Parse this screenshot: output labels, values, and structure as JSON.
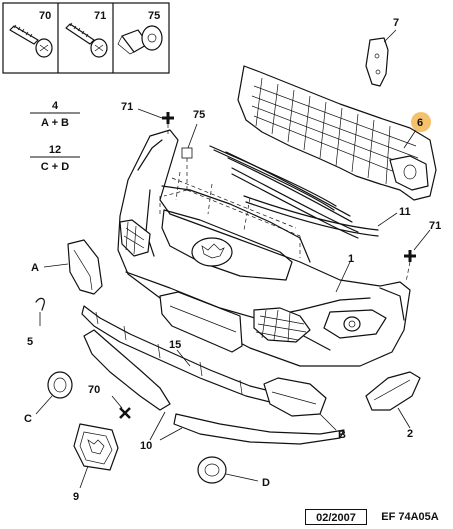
{
  "legend": {
    "fasteners": [
      {
        "number": "70",
        "icon": "screw-icon"
      },
      {
        "number": "71",
        "icon": "self-tapping-screw-icon"
      },
      {
        "number": "75",
        "icon": "push-clip-icon"
      }
    ]
  },
  "fractions": [
    {
      "numerator": "4",
      "denominator": "A + B"
    },
    {
      "numerator": "12",
      "denominator": "C + D"
    }
  ],
  "callouts": {
    "p7": "7",
    "p6": "6",
    "p71a": "71",
    "p75": "75",
    "p11": "11",
    "p71b": "71",
    "pA": "A",
    "p5": "5",
    "p1": "1",
    "p15": "15",
    "p70": "70",
    "pC": "C",
    "pB": "B",
    "p2": "2",
    "p10": "10",
    "p9": "9",
    "pD": "D"
  },
  "highlight_color": "#f5c26b",
  "footer": {
    "date": "02/2007",
    "ref": "EF 74A05A"
  }
}
